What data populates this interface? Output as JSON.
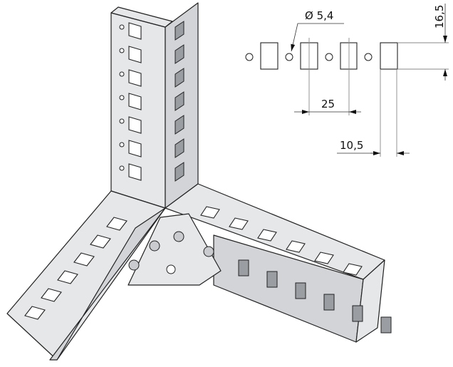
{
  "drawing": {
    "dimensions": {
      "hole_diameter": "Ø 5,4",
      "pitch": "25",
      "slot_width": "10,5",
      "slot_height": "16,5"
    },
    "colors": {
      "line": "#222222",
      "metal": "#e6e7e9",
      "metal_shadow": "#d2d4d7"
    }
  }
}
